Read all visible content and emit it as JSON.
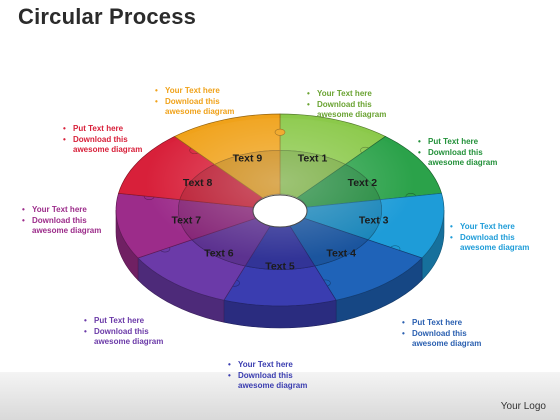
{
  "slide": {
    "title": "Circular Process",
    "logo": "Your Logo"
  },
  "segments": [
    {
      "label": "Text 1",
      "color": "#8bc94a"
    },
    {
      "label": "Text 2",
      "color": "#2ba24a"
    },
    {
      "label": "Text 3",
      "color": "#1e9cd8"
    },
    {
      "label": "Text 4",
      "color": "#1f63b8"
    },
    {
      "label": "Text 5",
      "color": "#3a3db0"
    },
    {
      "label": "Text 6",
      "color": "#6b3aa8"
    },
    {
      "label": "Text 7",
      "color": "#9c2c8a"
    },
    {
      "label": "Text 8",
      "color": "#d8203a"
    },
    {
      "label": "Text 9",
      "color": "#f0a21a"
    }
  ],
  "callouts": [
    {
      "lines": [
        "Your Text  here",
        "Download this",
        "awesome diagram"
      ],
      "color": "#f0a21a"
    },
    {
      "lines": [
        "Your Text here",
        "Download this",
        "awesome diagram"
      ],
      "color": "#6aa332"
    },
    {
      "lines": [
        "Put Text here",
        "Download this",
        "awesome diagram"
      ],
      "color": "#23913a"
    },
    {
      "lines": [
        "Your Text here",
        "Download this",
        "awesome diagram"
      ],
      "color": "#1e9cd8"
    },
    {
      "lines": [
        "Put Text here",
        "Download this",
        "awesome diagram"
      ],
      "color": "#2a5fb0"
    },
    {
      "lines": [
        "Your Text here",
        "Download this",
        "awesome diagram"
      ],
      "color": "#3a3db0"
    },
    {
      "lines": [
        "Put Text  here",
        "Download this",
        "awesome diagram"
      ],
      "color": "#6b3aa8"
    },
    {
      "lines": [
        "Your Text  here",
        "Download this",
        "awesome diagram"
      ],
      "color": "#9c2c8a"
    },
    {
      "lines": [
        "Put Text  here",
        "Download this",
        "awesome diagram"
      ],
      "color": "#d8203a"
    }
  ]
}
